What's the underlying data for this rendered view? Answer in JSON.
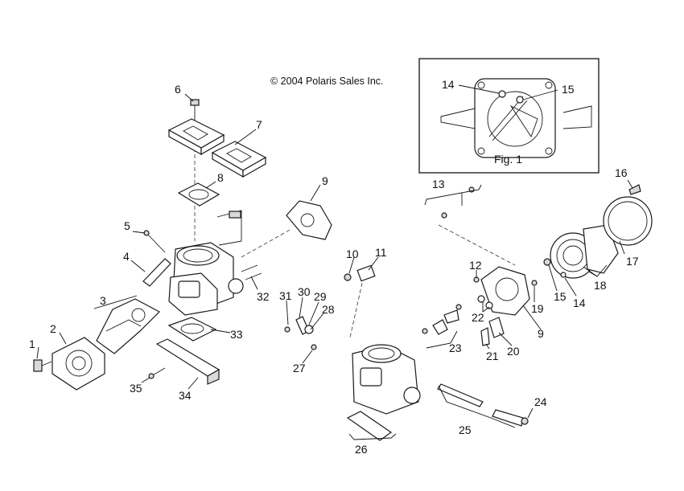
{
  "copyright": "© 2004 Polaris Sales Inc.",
  "inset": {
    "caption": "Fig. 1"
  },
  "callouts": {
    "c1": "1",
    "c2": "2",
    "c3": "3",
    "c4": "4",
    "c5": "5",
    "c6": "6",
    "c7": "7",
    "c8": "8",
    "c9a": "9",
    "c9b": "9",
    "c10": "10",
    "c11": "11",
    "c12": "12",
    "c13": "13",
    "c14a": "14",
    "c14b": "14",
    "c15a": "15",
    "c15b": "15",
    "c16": "16",
    "c17": "17",
    "c18": "18",
    "c19": "19",
    "c20": "20",
    "c21": "21",
    "c22": "22",
    "c23": "23",
    "c24": "24",
    "c25": "25",
    "c26": "26",
    "c27": "27",
    "c28": "28",
    "c29": "29",
    "c30": "30",
    "c31": "31",
    "c32": "32",
    "c33": "33",
    "c34": "34",
    "c35": "35"
  }
}
